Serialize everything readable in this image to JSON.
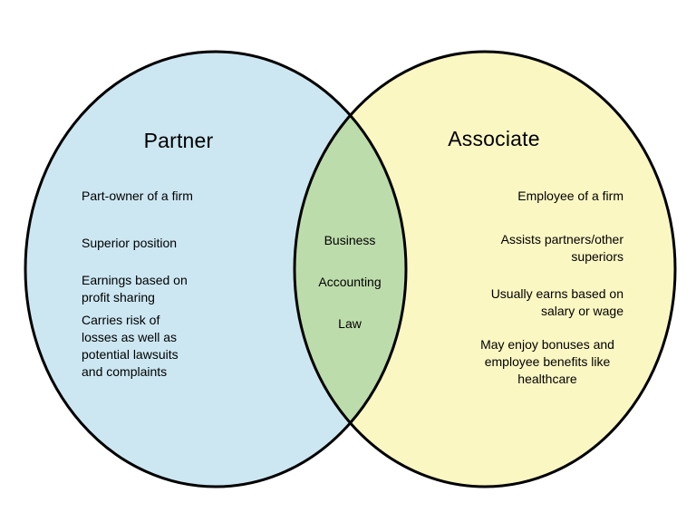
{
  "diagram": {
    "type": "venn",
    "left": {
      "title": "Partner",
      "color": "#cce7f2",
      "items": [
        "Part-owner of a firm",
        "Superior position",
        "Earnings based on\nprofit sharing",
        "Carries risk of\nlosses as well as\npotential lawsuits\nand complaints"
      ]
    },
    "right": {
      "title": "Associate",
      "color": "#fbf7c3",
      "items": [
        "Employee of a firm",
        "Assists partners/other\nsuperiors",
        "Usually earns based on\nsalary or wage",
        "May enjoy bonuses and\nemployee benefits like\nhealthcare"
      ]
    },
    "overlap": {
      "color": "#bddcab",
      "items": [
        "Business",
        "Accounting",
        "Law"
      ]
    },
    "outline_color": "#000000",
    "background": "#ffffff"
  }
}
